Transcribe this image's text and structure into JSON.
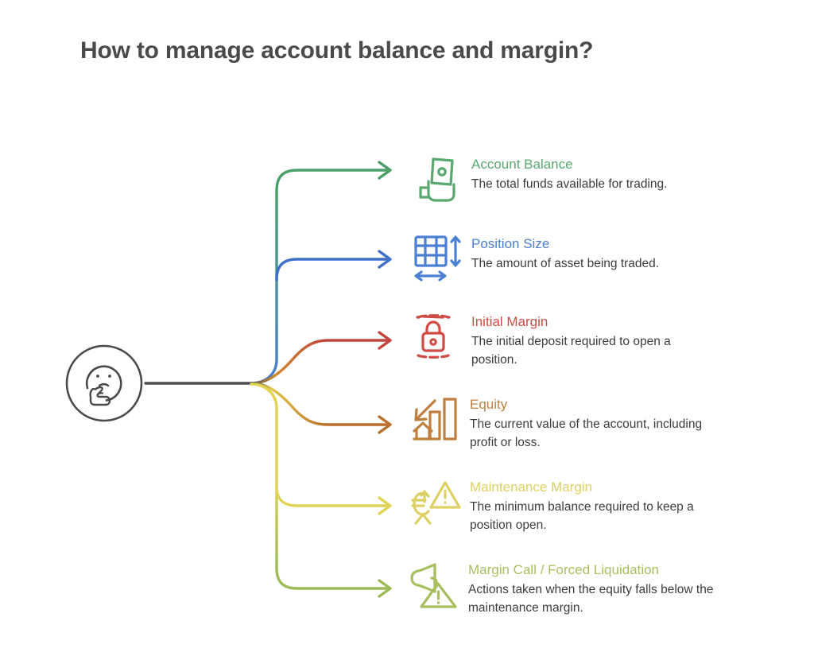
{
  "page": {
    "title": "How to manage account balance and margin?",
    "background_color": "#ffffff",
    "title_color": "#4a4a4a"
  },
  "hub": {
    "icon": "thinking-face-icon",
    "stroke_color": "#4a4a4a",
    "label": ""
  },
  "branches": [
    {
      "icon": "hand-holding-banknote-icon",
      "title": "Account Balance",
      "description": "The total funds available for trading.",
      "color": "#5aa870",
      "arrow_color": "#4a9f68"
    },
    {
      "icon": "grid-resize-arrows-icon",
      "title": "Position Size",
      "description": "The amount of asset being traded.",
      "color": "#4a7fd4",
      "arrow_color": "#3f6fc8"
    },
    {
      "icon": "padlock-dashed-icon",
      "title": "Initial Margin",
      "description": "The initial deposit required to open a position.",
      "color": "#cf4b43",
      "arrow_color": "#c0463e"
    },
    {
      "icon": "bar-chart-down-arrow-house-icon",
      "title": "Equity",
      "description": "The current value of the account, including profit or loss.",
      "color": "#c07e3e",
      "arrow_color": "#b9702c"
    },
    {
      "icon": "euro-arrow-warning-icon",
      "title": "Maintenance Margin",
      "description": "The minimum balance required to keep a position open.",
      "color": "#ddd063",
      "arrow_color": "#e0d456"
    },
    {
      "icon": "megaphone-warning-icon",
      "title": "Margin Call / Forced Liquidation",
      "description": "Actions taken when the equity falls below the maintenance margin.",
      "color": "#a8bf5f",
      "arrow_color": "#9dbb56"
    }
  ]
}
